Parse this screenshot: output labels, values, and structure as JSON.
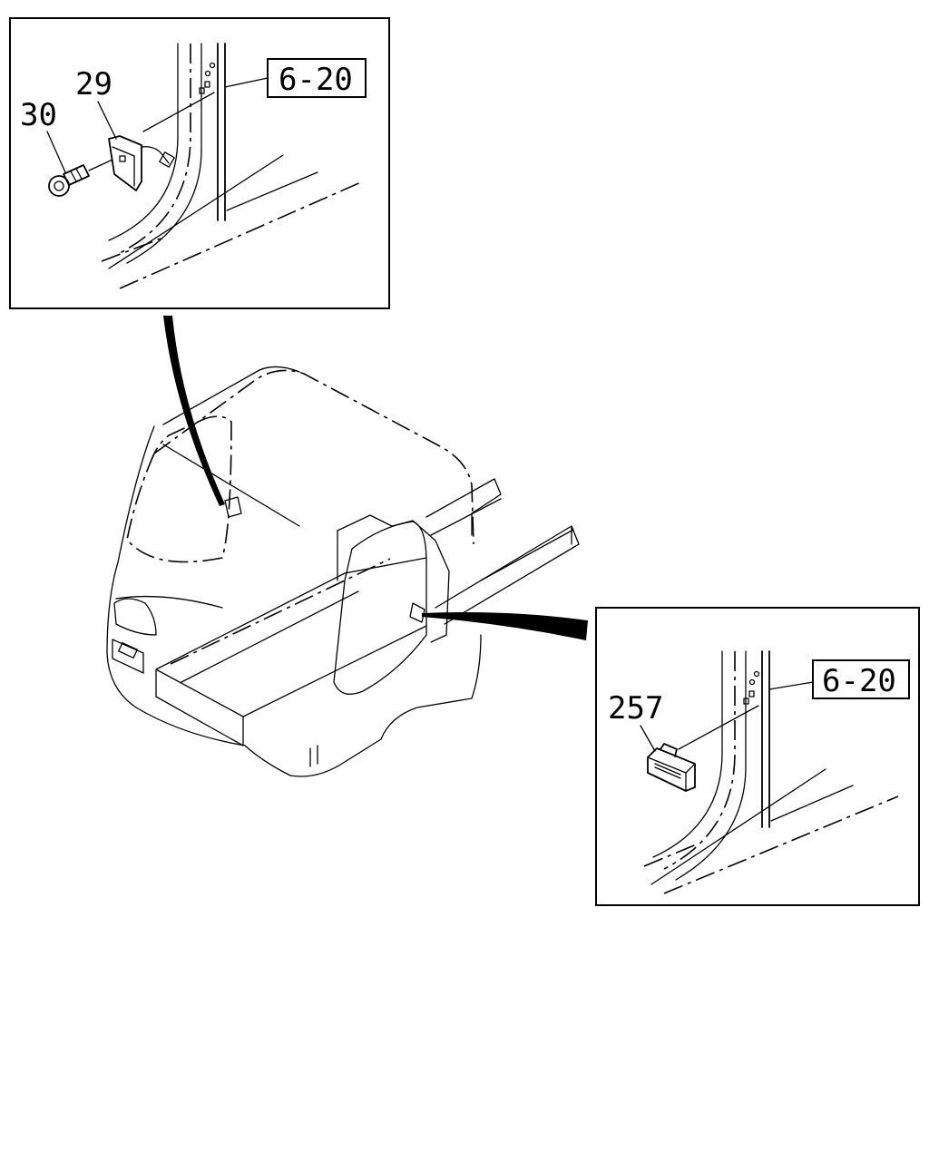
{
  "callouts": {
    "part_29": "29",
    "part_30": "30",
    "part_257": "257"
  },
  "references": {
    "upper_ref": "6-20",
    "lower_ref": "6-20"
  },
  "icons": {
    "screw": "screw-icon",
    "bracket": "bracket-icon",
    "lamp": "lamp-icon"
  }
}
